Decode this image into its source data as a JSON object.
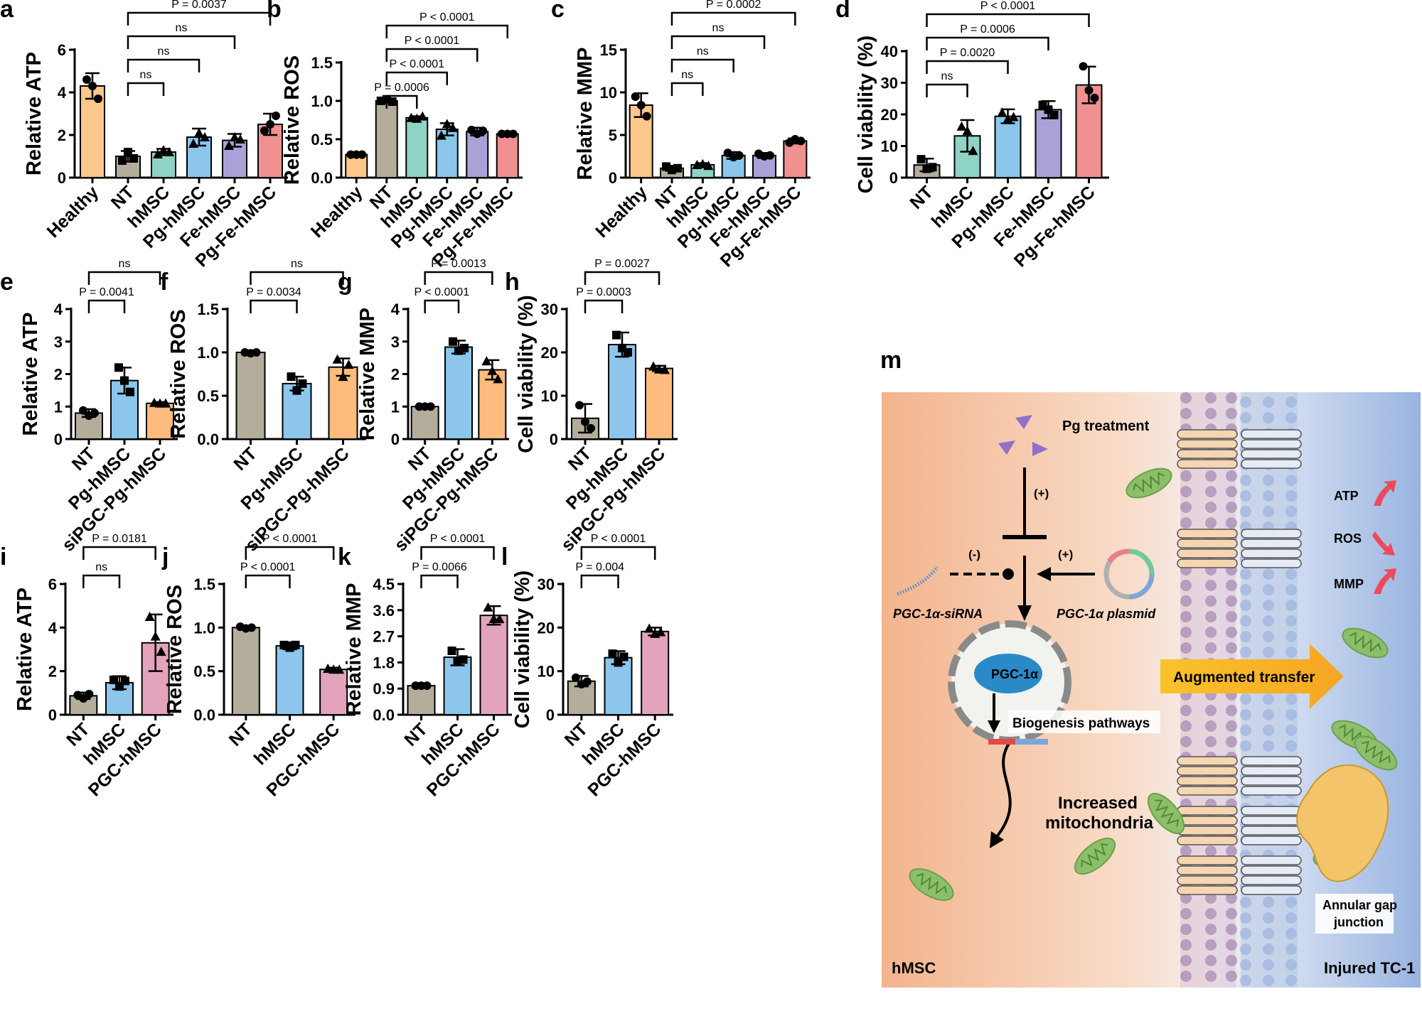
{
  "colors": {
    "Healthy": "#fcc78b",
    "NT": "#b4ad9c",
    "hMSC_a": "#8ed3c4",
    "Pg-hMSC": "#8cc6ec",
    "Fe-hMSC": "#aaa2d7",
    "Pg-Fe-hMSC": "#f09090",
    "siPGC-Pg-hMSC": "#fdbc7d",
    "hMSC_i": "#8cc6ec",
    "PGC-hMSC": "#e3a3bd"
  },
  "chart_data": [
    {
      "id": "a",
      "type": "bar",
      "ylabel": "Relative ATP",
      "ylim": [
        0,
        6
      ],
      "yticks": [
        0,
        2,
        4,
        6
      ],
      "categories": [
        "Healthy",
        "NT",
        "hMSC",
        "Pg-hMSC",
        "Fe-hMSC",
        "Pg-Fe-hMSC"
      ],
      "values": [
        4.3,
        1.0,
        1.2,
        1.9,
        1.75,
        2.5
      ],
      "errors": [
        0.6,
        0.25,
        0.15,
        0.4,
        0.3,
        0.5
      ],
      "points": [
        [
          4.6,
          4.3,
          3.7
        ],
        [
          0.8,
          1.2,
          0.9
        ],
        [
          1.1,
          1.3,
          1.2
        ],
        [
          1.6,
          2.1,
          1.9
        ],
        [
          1.5,
          1.9,
          1.8
        ],
        [
          2.2,
          2.5,
          2.9
        ]
      ],
      "markers": [
        "circle",
        "square",
        "triangle",
        "triangle",
        "triangle",
        "circle"
      ],
      "colors": [
        "#fcc78b",
        "#b4ad9c",
        "#8ed3c4",
        "#8cc6ec",
        "#aaa2d7",
        "#f09090"
      ],
      "comparisons": [
        {
          "from": 1,
          "to": 5,
          "text": "P = 0.0037"
        },
        {
          "from": 1,
          "to": 4,
          "text": "ns"
        },
        {
          "from": 1,
          "to": 3,
          "text": "ns"
        },
        {
          "from": 1,
          "to": 2,
          "text": "ns"
        }
      ]
    },
    {
      "id": "b",
      "type": "bar",
      "ylabel": "Relative ROS",
      "ylim": [
        0,
        1.5
      ],
      "yticks": [
        0.0,
        0.5,
        1.0,
        1.5
      ],
      "ytick_decimals": 1,
      "categories": [
        "Healthy",
        "NT",
        "hMSC",
        "Pg-hMSC",
        "Fe-hMSC",
        "Pg-Fe-hMSC"
      ],
      "values": [
        0.3,
        1.0,
        0.78,
        0.63,
        0.6,
        0.57
      ],
      "errors": [
        0.0,
        0.02,
        0.02,
        0.08,
        0.05,
        0.01
      ],
      "points": [
        [
          0.3,
          0.3,
          0.3
        ],
        [
          1.0,
          1.02,
          0.99
        ],
        [
          0.78,
          0.77,
          0.8
        ],
        [
          0.55,
          0.7,
          0.65
        ],
        [
          0.62,
          0.57,
          0.61
        ],
        [
          0.57,
          0.57,
          0.57
        ]
      ],
      "markers": [
        "circle",
        "square",
        "triangle",
        "triangle",
        "circle",
        "circle"
      ],
      "colors": [
        "#fcc78b",
        "#b4ad9c",
        "#8ed3c4",
        "#8cc6ec",
        "#aaa2d7",
        "#f09090"
      ],
      "comparisons": [
        {
          "from": 1,
          "to": 5,
          "text": "P < 0.0001"
        },
        {
          "from": 1,
          "to": 4,
          "text": "P < 0.0001"
        },
        {
          "from": 1,
          "to": 3,
          "text": "P < 0.0001"
        },
        {
          "from": 1,
          "to": 2,
          "text": "P = 0.0006"
        }
      ]
    },
    {
      "id": "c",
      "type": "bar",
      "ylabel": "Relative MMP",
      "ylim": [
        0,
        15
      ],
      "yticks": [
        0,
        5,
        10,
        15
      ],
      "categories": [
        "Healthy",
        "NT",
        "hMSC",
        "Pg-hMSC",
        "Fe-hMSC",
        "Pg-Fe-hMSC"
      ],
      "values": [
        8.5,
        1.1,
        1.5,
        2.6,
        2.6,
        4.3
      ],
      "errors": [
        1.4,
        0.3,
        0.2,
        0.4,
        0.3,
        0.3
      ],
      "points": [
        [
          9.5,
          8.5,
          7.2
        ],
        [
          1.3,
          0.9,
          1.1
        ],
        [
          1.5,
          1.6,
          1.4
        ],
        [
          2.9,
          2.4,
          2.6
        ],
        [
          2.8,
          2.5,
          2.6
        ],
        [
          4.1,
          4.5,
          4.3
        ]
      ],
      "markers": [
        "circle",
        "square",
        "triangle",
        "circle",
        "circle",
        "circle"
      ],
      "colors": [
        "#fcc78b",
        "#b4ad9c",
        "#8ed3c4",
        "#8cc6ec",
        "#aaa2d7",
        "#f09090"
      ],
      "comparisons": [
        {
          "from": 1,
          "to": 5,
          "text": "P = 0.0002"
        },
        {
          "from": 1,
          "to": 4,
          "text": "ns"
        },
        {
          "from": 1,
          "to": 3,
          "text": "ns"
        },
        {
          "from": 1,
          "to": 2,
          "text": "ns"
        }
      ]
    },
    {
      "id": "d",
      "type": "bar",
      "ylabel": "Cell viability (%)",
      "ylim": [
        0,
        40
      ],
      "yticks": [
        0,
        10,
        20,
        30,
        40
      ],
      "categories": [
        "NT",
        "hMSC",
        "Pg-hMSC",
        "Fe-hMSC",
        "Pg-Fe-hMSC"
      ],
      "values": [
        4.0,
        13.2,
        19.4,
        21.5,
        29.3
      ],
      "errors": [
        2.0,
        5.0,
        2.2,
        2.7,
        5.8
      ],
      "points": [
        [
          5.8,
          2.8,
          3.3
        ],
        [
          16.2,
          14.8,
          8.5
        ],
        [
          20.6,
          18.6,
          19.2
        ],
        [
          23.0,
          21.5,
          19.8
        ],
        [
          35.2,
          27.6,
          25.2
        ]
      ],
      "markers": [
        "square",
        "triangle",
        "triangle",
        "square",
        "circle"
      ],
      "colors": [
        "#b4ad9c",
        "#8ed3c4",
        "#8cc6ec",
        "#aaa2d7",
        "#f09090"
      ],
      "comparisons": [
        {
          "from": 0,
          "to": 4,
          "text": "P < 0.0001"
        },
        {
          "from": 0,
          "to": 3,
          "text": "P = 0.0006"
        },
        {
          "from": 0,
          "to": 2,
          "text": "P = 0.0020"
        },
        {
          "from": 0,
          "to": 1,
          "text": "ns"
        }
      ]
    },
    {
      "id": "e",
      "type": "bar",
      "ylabel": "Relative ATP",
      "ylim": [
        0,
        4
      ],
      "yticks": [
        0,
        1,
        2,
        3,
        4
      ],
      "categories": [
        "NT",
        "Pg-hMSC",
        "siPGC-Pg-hMSC"
      ],
      "values": [
        0.8,
        1.8,
        1.1
      ],
      "errors": [
        0.12,
        0.4,
        0.04
      ],
      "points": [
        [
          0.88,
          0.72,
          0.8
        ],
        [
          2.2,
          1.8,
          1.45
        ],
        [
          1.12,
          1.1,
          1.1
        ]
      ],
      "markers": [
        "circle",
        "square",
        "triangle"
      ],
      "colors": [
        "#b4ad9c",
        "#8cc6ec",
        "#fdbc7d"
      ],
      "comparisons": [
        {
          "from": 0,
          "to": 2,
          "text": "ns"
        },
        {
          "from": 0,
          "to": 1,
          "text": "P = 0.0041"
        }
      ]
    },
    {
      "id": "f",
      "type": "bar",
      "ylabel": "Relative ROS",
      "ylim": [
        0,
        1.5
      ],
      "yticks": [
        0.0,
        0.5,
        1.0,
        1.5
      ],
      "ytick_decimals": 1,
      "categories": [
        "NT",
        "Pg-hMSC",
        "siPGC-Pg-hMSC"
      ],
      "values": [
        1.0,
        0.64,
        0.83
      ],
      "errors": [
        0.02,
        0.08,
        0.1
      ],
      "points": [
        [
          1.0,
          0.99,
          1.0
        ],
        [
          0.72,
          0.56,
          0.64
        ],
        [
          0.92,
          0.72,
          0.86
        ]
      ],
      "markers": [
        "circle",
        "square",
        "triangle"
      ],
      "colors": [
        "#b4ad9c",
        "#8cc6ec",
        "#fdbc7d"
      ],
      "comparisons": [
        {
          "from": 0,
          "to": 2,
          "text": "ns"
        },
        {
          "from": 0,
          "to": 1,
          "text": "P = 0.0034"
        }
      ]
    },
    {
      "id": "g",
      "type": "bar",
      "ylabel": "Relative MMP",
      "ylim": [
        0,
        4
      ],
      "yticks": [
        0,
        1,
        2,
        3,
        4
      ],
      "categories": [
        "NT",
        "Pg-hMSC",
        "siPGC-Pg-hMSC"
      ],
      "values": [
        1.0,
        2.83,
        2.13
      ],
      "errors": [
        0.02,
        0.2,
        0.3
      ],
      "points": [
        [
          1.0,
          1.0,
          1.0
        ],
        [
          3.0,
          2.72,
          2.8
        ],
        [
          2.4,
          2.1,
          1.85
        ]
      ],
      "markers": [
        "circle",
        "square",
        "triangle"
      ],
      "colors": [
        "#b4ad9c",
        "#8cc6ec",
        "#fdbc7d"
      ],
      "comparisons": [
        {
          "from": 0,
          "to": 2,
          "text": "P = 0.0013"
        },
        {
          "from": 0,
          "to": 1,
          "text": "P < 0.0001"
        }
      ]
    },
    {
      "id": "h",
      "type": "bar",
      "ylabel": "Cell viability (%)",
      "ylim": [
        0,
        30
      ],
      "yticks": [
        0,
        10,
        20,
        30
      ],
      "categories": [
        "NT",
        "Pg-hMSC",
        "siPGC-Pg-hMSC"
      ],
      "values": [
        4.8,
        21.8,
        16.3
      ],
      "errors": [
        3.3,
        2.8,
        0.6
      ],
      "points": [
        [
          7.8,
          4.0,
          2.5
        ],
        [
          24.0,
          21.0,
          20.0
        ],
        [
          16.8,
          16.1,
          16.0
        ]
      ],
      "markers": [
        "circle",
        "square",
        "triangle"
      ],
      "colors": [
        "#b4ad9c",
        "#8cc6ec",
        "#fdbc7d"
      ],
      "comparisons": [
        {
          "from": 0,
          "to": 2,
          "text": "P = 0.0027"
        },
        {
          "from": 0,
          "to": 1,
          "text": "P = 0.0003"
        }
      ]
    },
    {
      "id": "i",
      "type": "bar",
      "ylabel": "Relative ATP",
      "ylim": [
        0,
        6
      ],
      "yticks": [
        0,
        2,
        4,
        6
      ],
      "categories": [
        "NT",
        "hMSC",
        "PGC-hMSC"
      ],
      "values": [
        0.87,
        1.47,
        3.3
      ],
      "errors": [
        0.15,
        0.3,
        1.3
      ],
      "points": [
        [
          0.9,
          0.75,
          0.95
        ],
        [
          1.6,
          1.3,
          1.55
        ],
        [
          4.5,
          3.6,
          2.9
        ]
      ],
      "markers": [
        "circle",
        "square",
        "triangle"
      ],
      "colors": [
        "#b4ad9c",
        "#8cc6ec",
        "#e3a3bd"
      ],
      "comparisons": [
        {
          "from": 0,
          "to": 2,
          "text": "P = 0.0181"
        },
        {
          "from": 0,
          "to": 1,
          "text": "ns"
        }
      ]
    },
    {
      "id": "j",
      "type": "bar",
      "ylabel": "Relative ROS",
      "ylim": [
        0,
        1.5
      ],
      "yticks": [
        0.0,
        0.5,
        1.0,
        1.5
      ],
      "ytick_decimals": 1,
      "categories": [
        "NT",
        "hMSC",
        "PGC-hMSC"
      ],
      "values": [
        1.0,
        0.79,
        0.52
      ],
      "errors": [
        0.02,
        0.04,
        0.02
      ],
      "points": [
        [
          1.01,
          0.99,
          1.0
        ],
        [
          0.8,
          0.77,
          0.8
        ],
        [
          0.53,
          0.52,
          0.52
        ]
      ],
      "markers": [
        "circle",
        "square",
        "triangle"
      ],
      "colors": [
        "#b4ad9c",
        "#8cc6ec",
        "#e3a3bd"
      ],
      "comparisons": [
        {
          "from": 0,
          "to": 2,
          "text": "P < 0.0001"
        },
        {
          "from": 0,
          "to": 1,
          "text": "P < 0.0001"
        }
      ]
    },
    {
      "id": "k",
      "type": "bar",
      "ylabel": "Relative MMP",
      "ylim": [
        0,
        4.5
      ],
      "yticks": [
        0.0,
        0.9,
        1.8,
        2.7,
        3.6,
        4.5
      ],
      "ytick_decimals": 1,
      "categories": [
        "NT",
        "hMSC",
        "PGC-hMSC"
      ],
      "values": [
        1.0,
        1.98,
        3.42
      ],
      "errors": [
        0.02,
        0.28,
        0.32
      ],
      "points": [
        [
          1.0,
          1.0,
          1.0
        ],
        [
          2.2,
          1.85,
          1.9
        ],
        [
          3.7,
          3.3,
          3.3
        ]
      ],
      "markers": [
        "circle",
        "square",
        "triangle"
      ],
      "colors": [
        "#b4ad9c",
        "#8cc6ec",
        "#e3a3bd"
      ],
      "comparisons": [
        {
          "from": 0,
          "to": 2,
          "text": "P < 0.0001"
        },
        {
          "from": 0,
          "to": 1,
          "text": "P = 0.0066"
        }
      ]
    },
    {
      "id": "l",
      "type": "bar",
      "ylabel": "Cell viability (%)",
      "ylim": [
        0,
        30
      ],
      "yticks": [
        0,
        10,
        20,
        30
      ],
      "categories": [
        "NT",
        "hMSC",
        "PGC-hMSC"
      ],
      "values": [
        7.7,
        13.1,
        19.1
      ],
      "errors": [
        1.2,
        1.5,
        0.9
      ],
      "points": [
        [
          8.5,
          7.0,
          7.6
        ],
        [
          14.0,
          12.0,
          13.3
        ],
        [
          19.8,
          18.6,
          19.0
        ]
      ],
      "markers": [
        "circle",
        "square",
        "triangle"
      ],
      "colors": [
        "#b4ad9c",
        "#8cc6ec",
        "#e3a3bd"
      ],
      "comparisons": [
        {
          "from": 0,
          "to": 2,
          "text": "P < 0.0001"
        },
        {
          "from": 0,
          "to": 1,
          "text": "P = 0.004"
        }
      ]
    }
  ],
  "schematic": {
    "letter": "m",
    "pg_treatment": "Pg treatment",
    "plus_top": "(+)",
    "minus": "(-)",
    "plus_right": "(+)",
    "sirna_label": "PGC-1α-siRNA",
    "plasmid_label": "PGC-1α plasmid",
    "pgc_label": "PGC-1α",
    "biogenesis": "Biogenesis pathways",
    "increased_line1": "Increased",
    "increased_line2": "mitochondria",
    "augmented": "Augmented transfer",
    "atp": "ATP",
    "ros": "ROS",
    "mmp": "MMP",
    "gap_line1": "Annular gap",
    "gap_line2": "junction",
    "hmsc": "hMSC",
    "tc1": "Injured TC-1"
  }
}
